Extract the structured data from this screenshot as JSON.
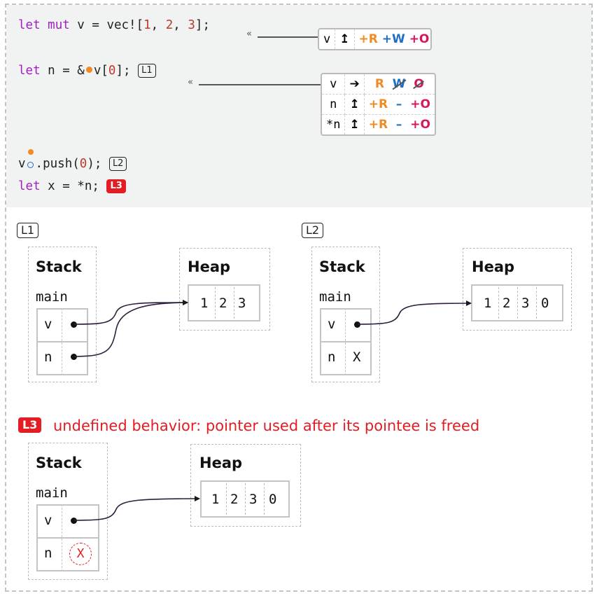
{
  "code": {
    "line1": {
      "kw1": "let",
      "kw2": "mut",
      "text": " v = vec![",
      "n1": "1",
      "c1": ", ",
      "n2": "2",
      "c2": ", ",
      "n3": "3",
      "end": "];"
    },
    "line2": {
      "kw": "let",
      "text1": " n = &",
      "text2": "v[",
      "n": "0",
      "end": "];",
      "tag": "L1"
    },
    "line3": {
      "var": "v",
      "text": ".push(",
      "n": "0",
      "end": ");",
      "tag": "L2"
    },
    "line4": {
      "kw": "let",
      "text": " x = *n;",
      "tag": "L3"
    }
  },
  "perm1": {
    "rows": [
      {
        "name": "v",
        "arrow": "↥",
        "R": "+R",
        "W": "+W",
        "O": "+O"
      }
    ]
  },
  "perm2": {
    "rows": [
      {
        "name": "v",
        "arrow": "➔",
        "R": "R",
        "W": "W",
        "O": "O"
      },
      {
        "name": "n",
        "arrow": "↥",
        "R": "+R",
        "W": "–",
        "O": "+O"
      },
      {
        "name": "*n",
        "arrow": "↥",
        "R": "+R",
        "W": "–",
        "O": "+O"
      }
    ]
  },
  "diagrams": {
    "L1": {
      "tag": "L1",
      "stack": "Stack",
      "frame": "main",
      "vars": [
        "v",
        "n"
      ],
      "heap": "Heap",
      "heap_values": [
        "1",
        "2",
        "3"
      ]
    },
    "L2": {
      "tag": "L2",
      "stack": "Stack",
      "frame": "main",
      "vars": [
        "v",
        "n"
      ],
      "n_value": "X",
      "heap": "Heap",
      "heap_values": [
        "1",
        "2",
        "3",
        "0"
      ]
    },
    "L3": {
      "tag": "L3",
      "message": "undefined behavior: pointer used after its pointee is freed",
      "stack": "Stack",
      "frame": "main",
      "vars": [
        "v",
        "n"
      ],
      "n_value": "X",
      "heap": "Heap",
      "heap_values": [
        "1",
        "2",
        "3",
        "0"
      ]
    }
  },
  "colors": {
    "read": "#f08a24",
    "write": "#1f6fc2",
    "own": "#d6175e",
    "error": "#e41c23",
    "keyword": "#a020c0",
    "number": "#c0392b"
  }
}
